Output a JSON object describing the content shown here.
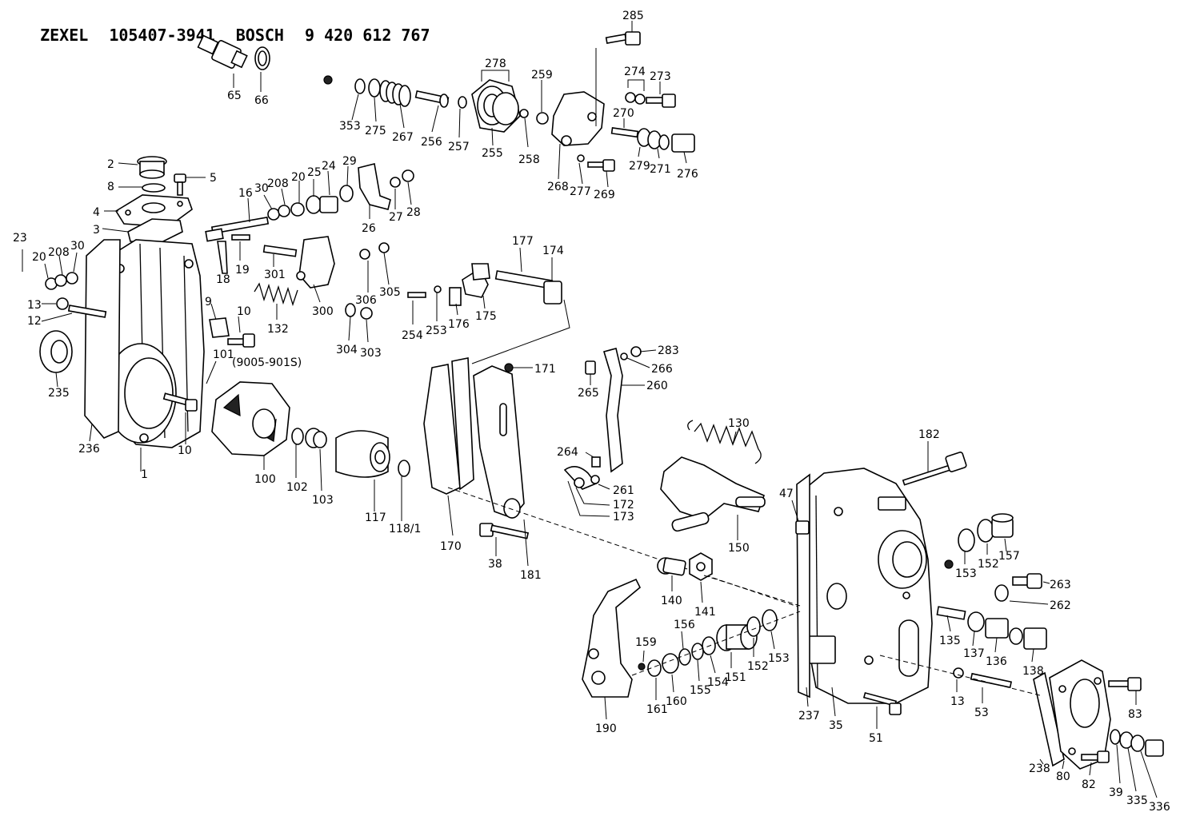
{
  "header": {
    "brand_a": "ZEXEL",
    "part_a": "105407-3941",
    "brand_b": "BOSCH",
    "part_b": "9 420 612 767"
  },
  "note": "(9005-901S)",
  "labels": {
    "l285": "285",
    "l65": "65",
    "l66": "66",
    "l278": "278",
    "l259": "259",
    "l274": "274",
    "l273": "273",
    "l353": "353",
    "l275": "275",
    "l267": "267",
    "l256": "256",
    "l257": "257",
    "l255": "255",
    "l258": "258",
    "l270": "270",
    "l279": "279",
    "l271": "271",
    "l276": "276",
    "l268": "268",
    "l277": "277",
    "l269": "269",
    "l2": "2",
    "l5": "5",
    "l8": "8",
    "l4": "4",
    "l3": "3",
    "l16": "16",
    "l30a": "30",
    "l208a": "208",
    "l20a": "20",
    "l25": "25",
    "l24": "24",
    "l29": "29",
    "l26": "26",
    "l27": "27",
    "l28": "28",
    "l23": "23",
    "l20b": "20",
    "l208b": "208",
    "l30b": "30",
    "l1": "1",
    "l13a": "13",
    "l12": "12",
    "l18": "18",
    "l19": "19",
    "l301": "301",
    "l300": "300",
    "l306": "306",
    "l305": "305",
    "l304": "304",
    "l303": "303",
    "l9": "9",
    "l132": "132",
    "l10a": "10",
    "l101": "101",
    "l235": "235",
    "l236": "236",
    "l10b": "10",
    "l100": "100",
    "l102": "102",
    "l103": "103",
    "l117": "117",
    "l118": "118/1",
    "l177": "177",
    "l174": "174",
    "l254": "254",
    "l253": "253",
    "l176": "176",
    "l175": "175",
    "l171": "171",
    "l170": "170",
    "l181": "181",
    "l38": "38",
    "l283": "283",
    "l266": "266",
    "l265": "265",
    "l260": "260",
    "l264": "264",
    "l261": "261",
    "l172": "172",
    "l173": "173",
    "l130": "130",
    "l150": "150",
    "l182": "182",
    "l47": "47",
    "l153a": "153",
    "l152a": "152",
    "l157": "157",
    "l263": "263",
    "l262": "262",
    "l140": "140",
    "l141": "141",
    "l159": "159",
    "l156": "156",
    "l161": "161",
    "l160": "160",
    "l155": "155",
    "l154": "154",
    "l151": "151",
    "l152b": "152",
    "l153b": "153",
    "l190": "190",
    "l135": "135",
    "l137": "137",
    "l136": "136",
    "l138": "138",
    "l13b": "13",
    "l53": "53",
    "l237": "237",
    "l35": "35",
    "l51": "51",
    "l83": "83",
    "l238": "238",
    "l80": "80",
    "l82": "82",
    "l39": "39",
    "l335": "335",
    "l336": "336"
  }
}
